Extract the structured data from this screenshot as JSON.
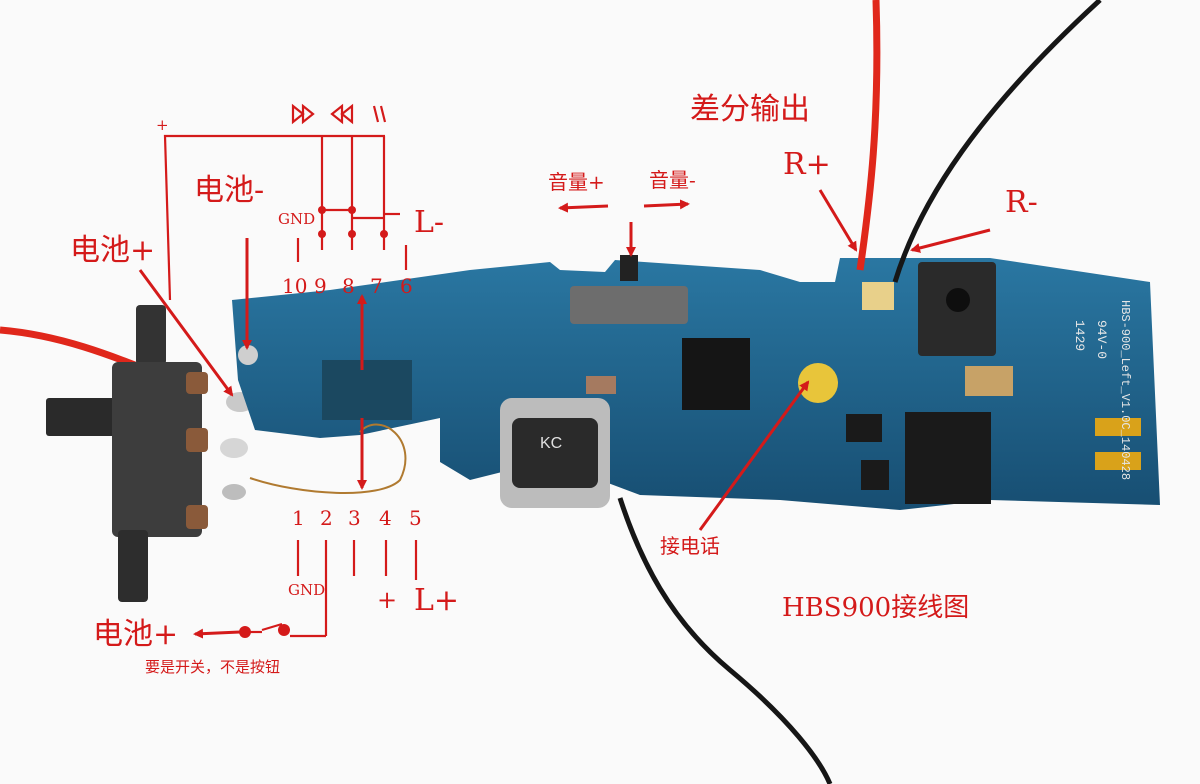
{
  "labels": {
    "diff_output": "差分输出",
    "r_plus": "R+",
    "r_minus": "R-",
    "battery_minus": "电池-",
    "battery_plus_top": "电池+",
    "battery_plus_bottom": "电池+",
    "volume_plus": "音量+",
    "volume_minus": "音量-",
    "l_minus": "L-",
    "l_plus": "L+",
    "plus_sign": "+",
    "gnd_top": "GND",
    "gnd_bottom": "GND",
    "answer_call": "接电话",
    "switch_note": "要是开关，不是按钮",
    "title": "HBS900接线图",
    "pin_top": [
      "10",
      "9",
      "8",
      "7",
      "6"
    ],
    "pin_bottom": [
      "1",
      "2",
      "3",
      "4",
      "5"
    ],
    "pcb_marks": [
      "HBS-900_Left_V1.0C_140428",
      "94V-0",
      "1429",
      "KC"
    ],
    "button_icons": [
      "fast-forward-icon",
      "rewind-icon",
      "pause-icon"
    ]
  },
  "colors": {
    "annotation": "#d41a1a",
    "pcb": "#1e5f86",
    "wire_red": "#e0271b",
    "wire_black": "#161616"
  }
}
